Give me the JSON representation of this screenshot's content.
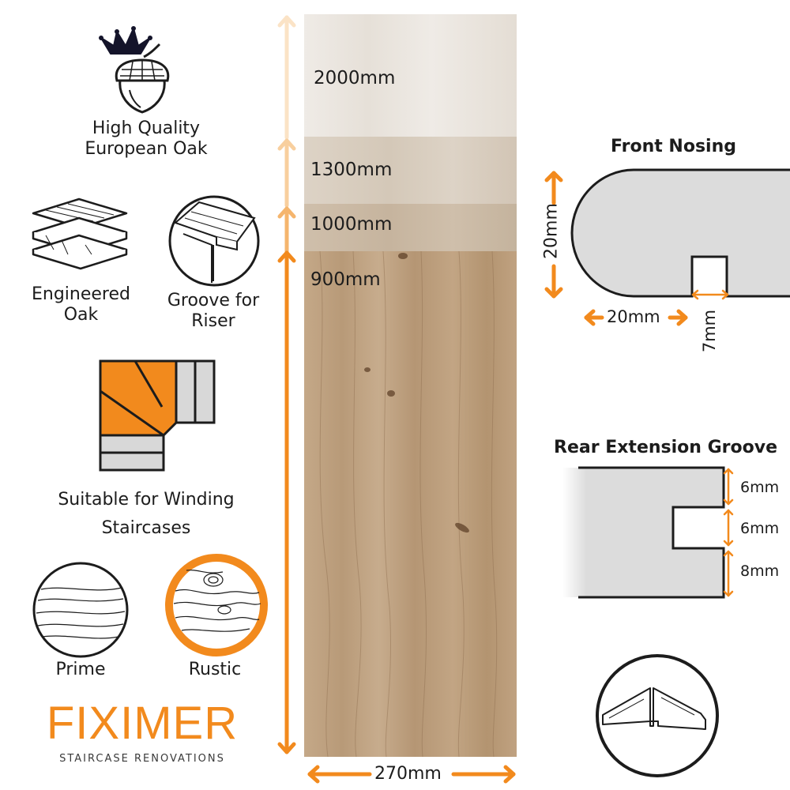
{
  "features": {
    "oak": [
      "High Quality",
      "European Oak"
    ],
    "engineered": [
      "Engineered",
      "Oak"
    ],
    "groove": [
      "Groove for",
      "Riser"
    ],
    "winding": [
      "Suitable for Winding",
      "Staircases"
    ],
    "prime": "Prime",
    "rustic": "Rustic"
  },
  "lengths": [
    "2000mm",
    "1300mm",
    "1000mm",
    "900mm"
  ],
  "width": "270mm",
  "front_nosing": {
    "title": "Front Nosing",
    "height": "20mm",
    "groove_offset": "20mm",
    "groove_width": "7mm"
  },
  "rear_groove": {
    "title": "Rear Extension Groove",
    "top": "6mm",
    "middle": "6mm",
    "bottom": "8mm"
  },
  "brand": {
    "name": "FIXIMER",
    "tagline": "STAIRCASE RENOVATIONS"
  },
  "colors": {
    "accent": "#f28a1d",
    "profile": "#dcdcdc",
    "oak_light": "#ece7e1",
    "oak_mid": "#d8cab8",
    "oak_dark": "#b89a7a"
  }
}
